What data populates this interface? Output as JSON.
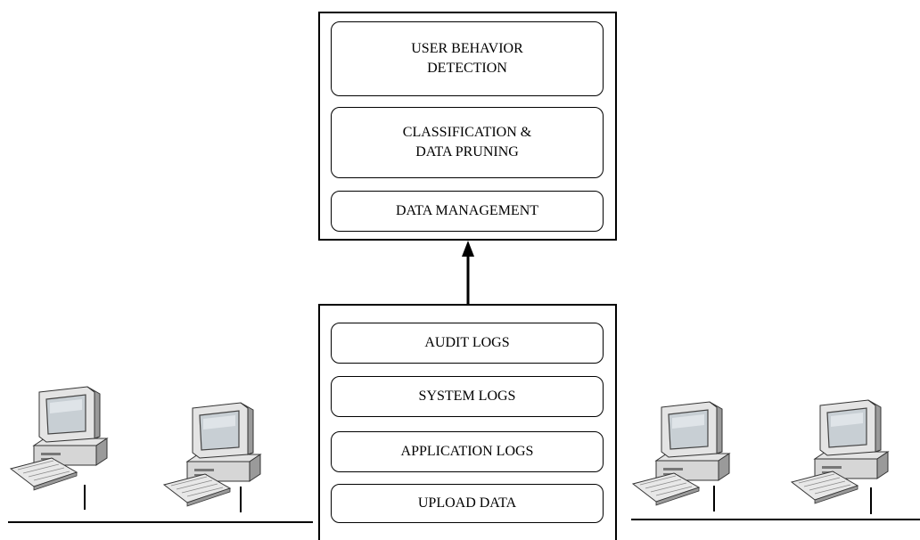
{
  "analysis_server": {
    "layers": [
      {
        "label": "USER BEHAVIOR\nDETECTION"
      },
      {
        "label": "CLASSIFICATION &\nDATA PRUNING"
      },
      {
        "label": "DATA MANAGEMENT"
      }
    ]
  },
  "log_server": {
    "layers": [
      {
        "label": "AUDIT LOGS"
      },
      {
        "label": "SYSTEM LOGS"
      },
      {
        "label": "APPLICATION LOGS"
      },
      {
        "label": "UPLOAD DATA"
      }
    ]
  },
  "clients": [
    {
      "icon": "desktop-computer-icon"
    },
    {
      "icon": "desktop-computer-icon"
    },
    {
      "icon": "desktop-computer-icon"
    },
    {
      "icon": "desktop-computer-icon"
    }
  ],
  "colors": {
    "stroke": "#000000",
    "monitor_body": "#e4e4e4",
    "screen": "#c8cfd4",
    "shadow": "#9a9a9a"
  }
}
